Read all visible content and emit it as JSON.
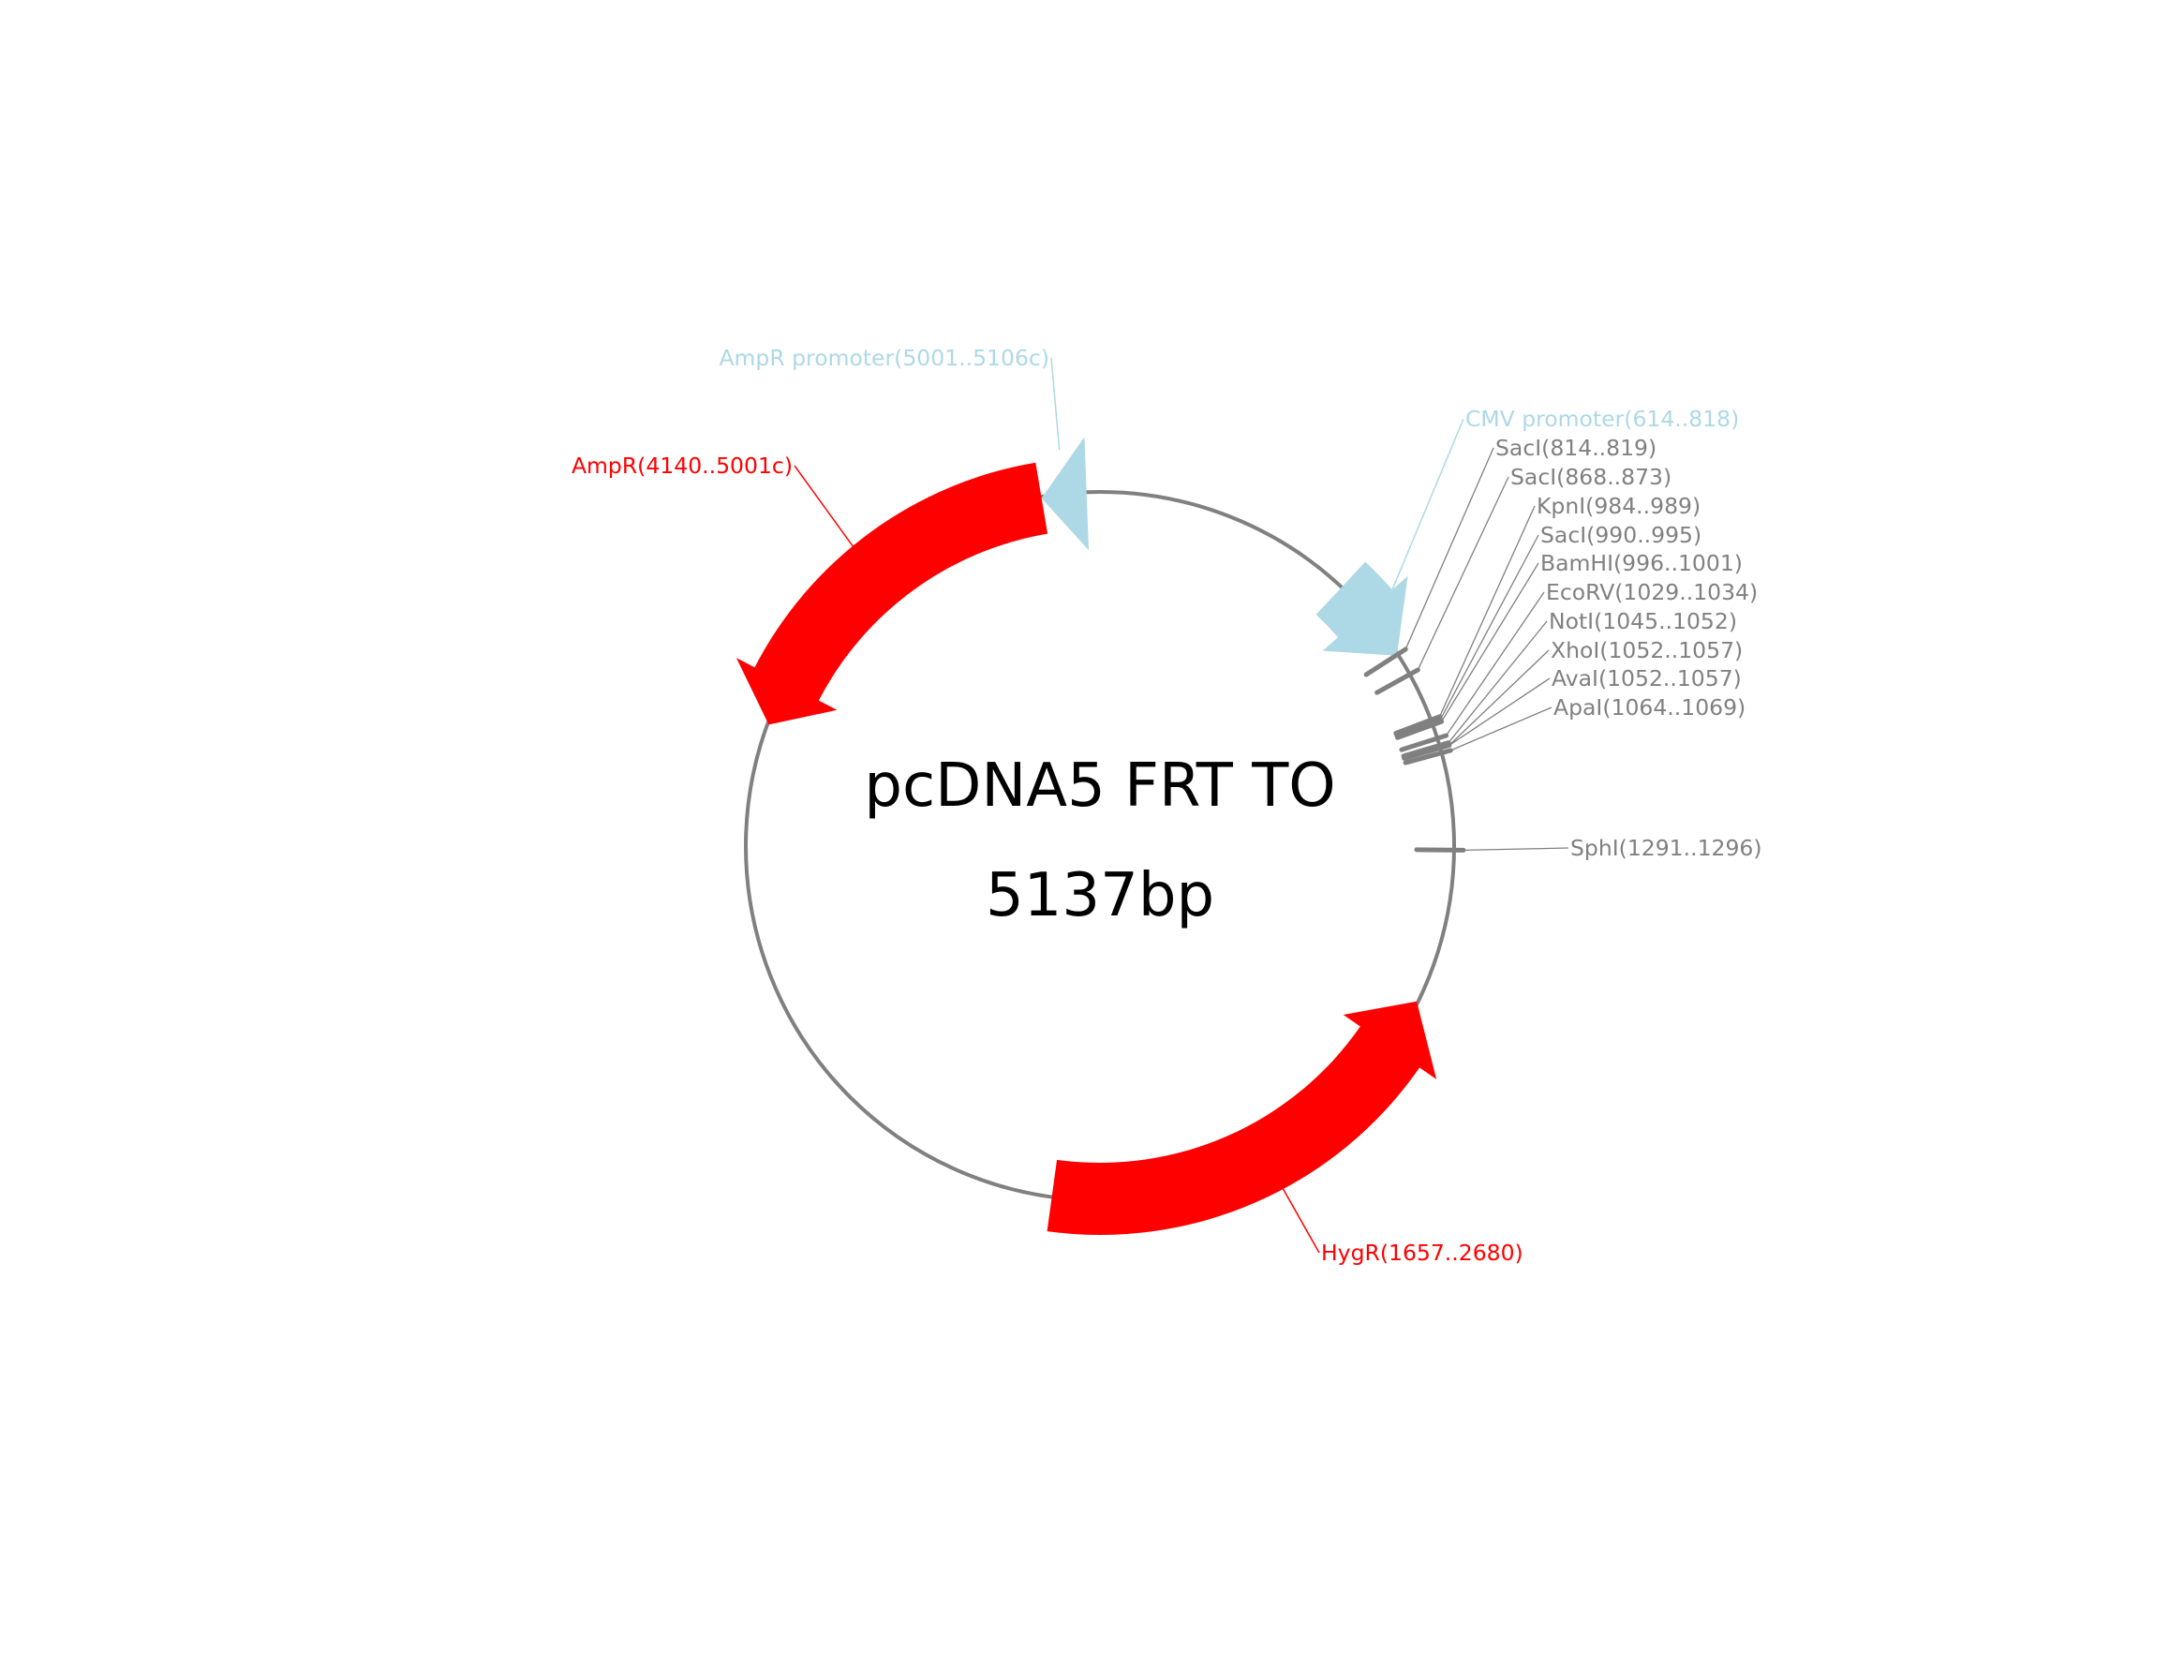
{
  "plasmid": {
    "name": "pcDNA5 FRT TO",
    "size_label": "5137bp",
    "length_bp": 5137
  },
  "colors": {
    "backbone": "#808080",
    "resistance_gene": "#ff0000",
    "promoter": "#add8e6",
    "restriction_site": "#808080"
  },
  "features": [
    {
      "id": "hygr",
      "label": "HygR(1657..2680)",
      "type": "resistance-gene",
      "start": 1657,
      "end": 2680,
      "strand": "-"
    },
    {
      "id": "ampr",
      "label": "AmpR(4140..5001c)",
      "type": "resistance-gene",
      "start": 4140,
      "end": 5001,
      "strand": "-"
    },
    {
      "id": "ampr-promoter",
      "label": "AmpR promoter(5001..5106c)",
      "type": "promoter",
      "start": 5001,
      "end": 5106,
      "strand": "-"
    },
    {
      "id": "cmv-promoter",
      "label": "CMV promoter(614..818)",
      "type": "promoter",
      "start": 614,
      "end": 818,
      "strand": "+"
    }
  ],
  "restriction_sites": [
    {
      "id": "saci-1",
      "label": "SacI(814..819)",
      "enzyme": "SacI",
      "start": 814,
      "end": 819
    },
    {
      "id": "saci-2",
      "label": "SacI(868..873)",
      "enzyme": "SacI",
      "start": 868,
      "end": 873
    },
    {
      "id": "kpni",
      "label": "KpnI(984..989)",
      "enzyme": "KpnI",
      "start": 984,
      "end": 989
    },
    {
      "id": "saci-3",
      "label": "SacI(990..995)",
      "enzyme": "SacI",
      "start": 990,
      "end": 995
    },
    {
      "id": "bamhi",
      "label": "BamHI(996..1001)",
      "enzyme": "BamHI",
      "start": 996,
      "end": 1001
    },
    {
      "id": "ecorv",
      "label": "EcoRV(1029..1034)",
      "enzyme": "EcoRV",
      "start": 1029,
      "end": 1034
    },
    {
      "id": "noti",
      "label": "NotI(1045..1052)",
      "enzyme": "NotI",
      "start": 1045,
      "end": 1052
    },
    {
      "id": "xhoi",
      "label": "XhoI(1052..1057)",
      "enzyme": "XhoI",
      "start": 1052,
      "end": 1057
    },
    {
      "id": "avai",
      "label": "AvaI(1052..1057)",
      "enzyme": "AvaI",
      "start": 1052,
      "end": 1057
    },
    {
      "id": "apai",
      "label": "ApaI(1064..1069)",
      "enzyme": "ApaI",
      "start": 1064,
      "end": 1069
    },
    {
      "id": "sphi",
      "label": "SphI(1291..1296)",
      "enzyme": "SphI",
      "start": 1291,
      "end": 1296
    }
  ]
}
